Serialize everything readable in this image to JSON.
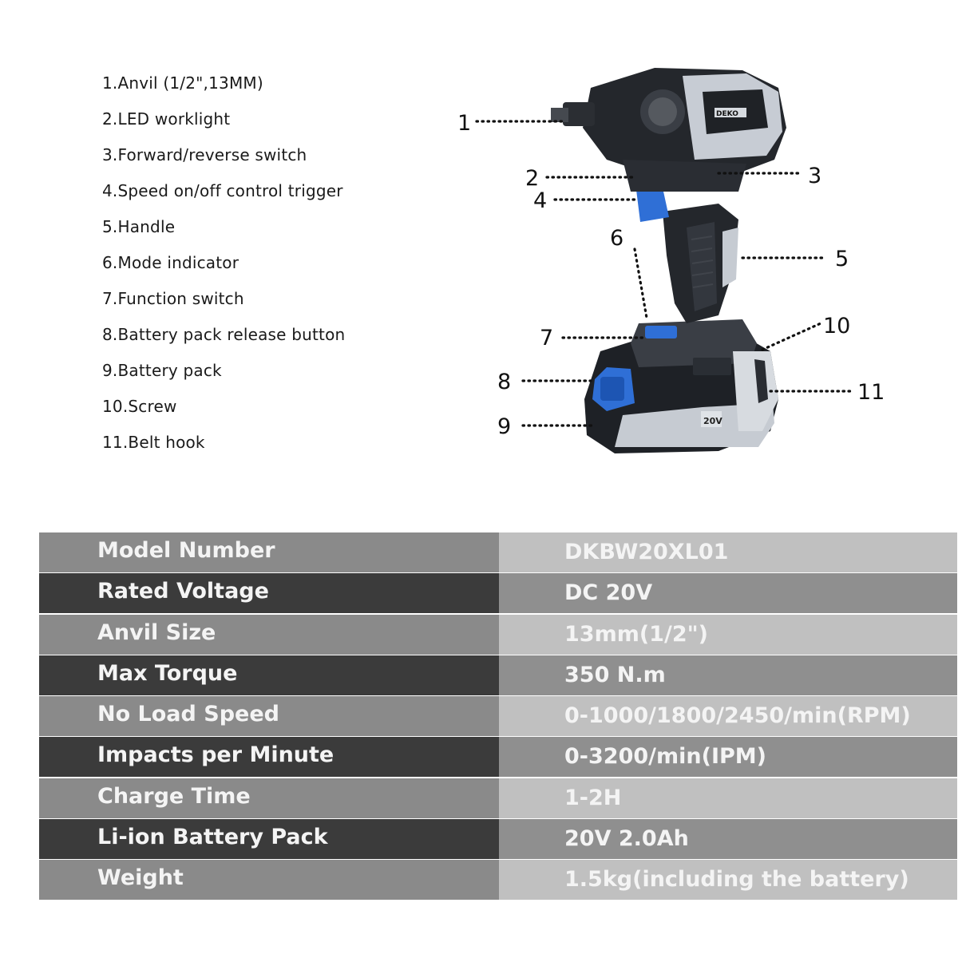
{
  "parts": [
    "1.Anvil (1/2\",13MM)",
    "2.LED worklight",
    "3.Forward/reverse switch",
    "4.Speed on/off control trigger",
    "5.Handle",
    "6.Mode indicator",
    "7.Function switch",
    "8.Battery pack release button",
    "9.Battery pack",
    "10.Screw",
    "11.Belt hook"
  ],
  "callouts": [
    "1",
    "2",
    "3",
    "4",
    "5",
    "6",
    "7",
    "8",
    "9",
    "10",
    "11"
  ],
  "tool": {
    "brand_badge": "DEKO",
    "battery_badge": "20V"
  },
  "specs": [
    {
      "label": "Model Number",
      "value": "DKBW20XL01"
    },
    {
      "label": "Rated Voltage",
      "value": "DC 20V"
    },
    {
      "label": "Anvil Size",
      "value": "13mm(1/2\")"
    },
    {
      "label": "Max Torque",
      "value": "350 N.m"
    },
    {
      "label": "No Load Speed",
      "value": "0-1000/1800/2450/min(RPM)"
    },
    {
      "label": "Impacts per Minute",
      "value": "0-3200/min(IPM)"
    },
    {
      "label": "Charge Time",
      "value": "1-2H"
    },
    {
      "label": "Li-ion Battery Pack",
      "value": "20V 2.0Ah"
    },
    {
      "label": "Weight",
      "value": "1.5kg(including the battery)"
    }
  ],
  "colors": {
    "accent_blue": "#2f6fd6",
    "tool_body": "#2a2d33",
    "tool_silver": "#c7ccd4"
  }
}
